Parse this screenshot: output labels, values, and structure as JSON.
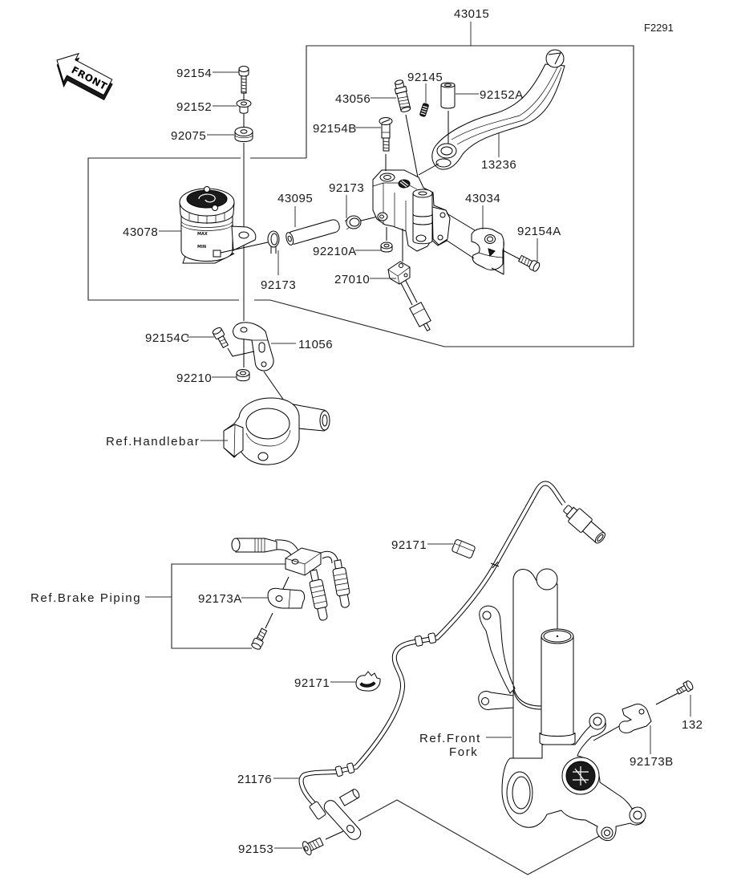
{
  "diagram": {
    "figure_code": "F2291",
    "front_arrow_label": "FRONT",
    "reservoir_marks": {
      "max": "MAX",
      "min": "MIN"
    },
    "callouts": [
      "43015",
      "92154",
      "92152",
      "92075",
      "92145",
      "43056",
      "92152A",
      "92154B",
      "13236",
      "43078",
      "43095",
      "92173",
      "43034",
      "92154A",
      "92210A",
      "27010",
      "92173",
      "92154C",
      "11056",
      "92210",
      "92171",
      "92173A",
      "92171",
      "132",
      "92173B",
      "21176",
      "92153"
    ],
    "references": {
      "handlebar": "Ref.Handlebar",
      "brake_piping": "Ref.Brake Piping",
      "front_fork_line1": "Ref.Front",
      "front_fork_line2": "Fork"
    }
  }
}
